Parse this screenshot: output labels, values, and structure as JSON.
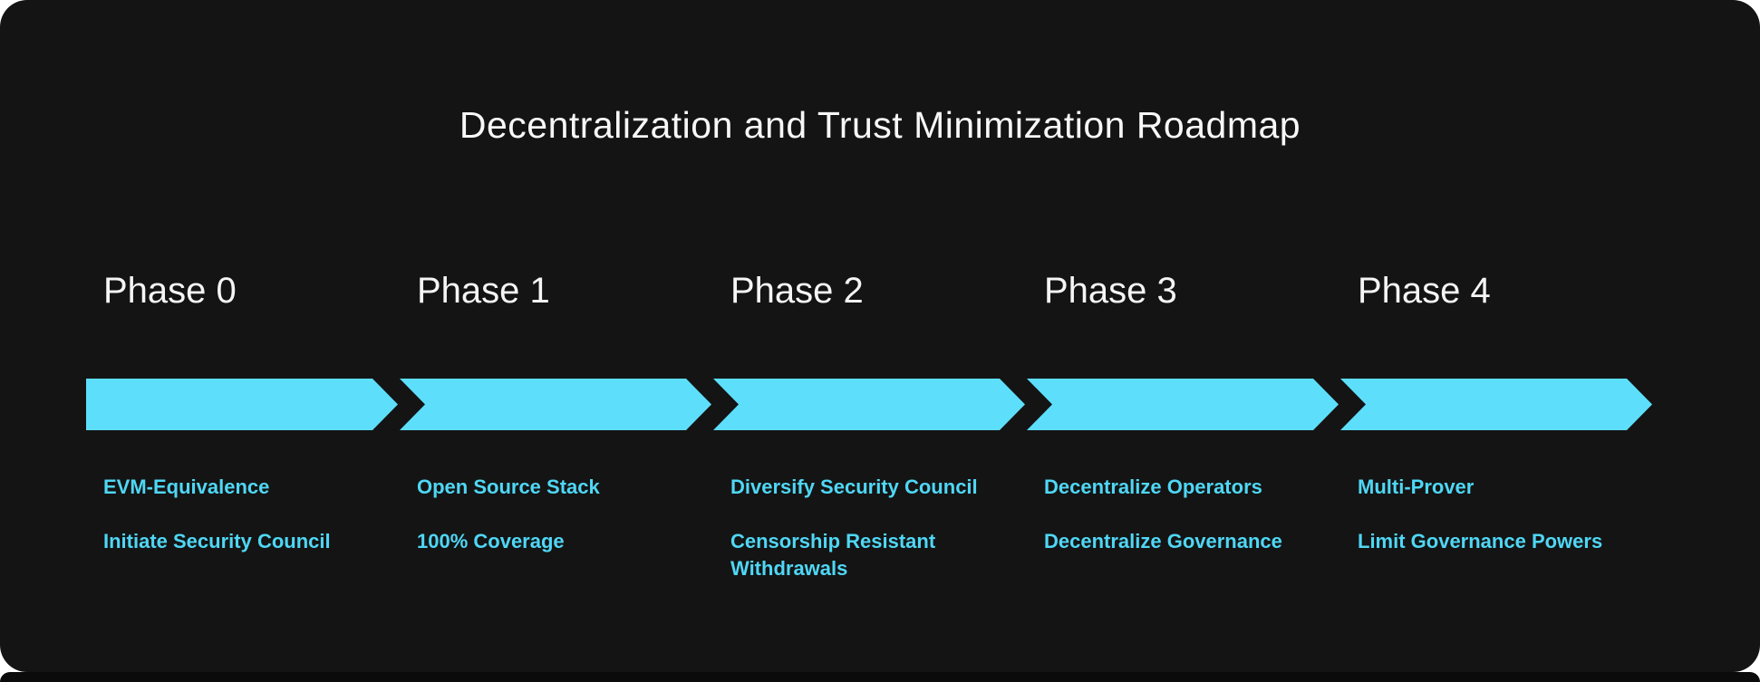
{
  "title": "Decentralization and Trust Minimization Roadmap",
  "colors": {
    "page_bg": "#ffffff",
    "panel_bg": "#141414",
    "footer_bg": "#0b0b0b",
    "title_color": "#f7f7f8",
    "heading_color": "#f5f5f5",
    "arrow_color": "#5ddffc",
    "item_color": "#4fd7f5"
  },
  "phases": [
    {
      "label": "Phase 0",
      "items": [
        "EVM-Equivalence",
        "Initiate Security Council"
      ]
    },
    {
      "label": "Phase 1",
      "items": [
        "Open Source Stack",
        "100% Coverage"
      ]
    },
    {
      "label": "Phase 2",
      "items": [
        "Diversify Security Council",
        "Censorship Resistant Withdrawals"
      ]
    },
    {
      "label": "Phase 3",
      "items": [
        "Decentralize Operators",
        "Decentralize Governance"
      ]
    },
    {
      "label": "Phase 4",
      "items": [
        "Multi-Prover",
        "Limit Governance Powers"
      ]
    }
  ]
}
